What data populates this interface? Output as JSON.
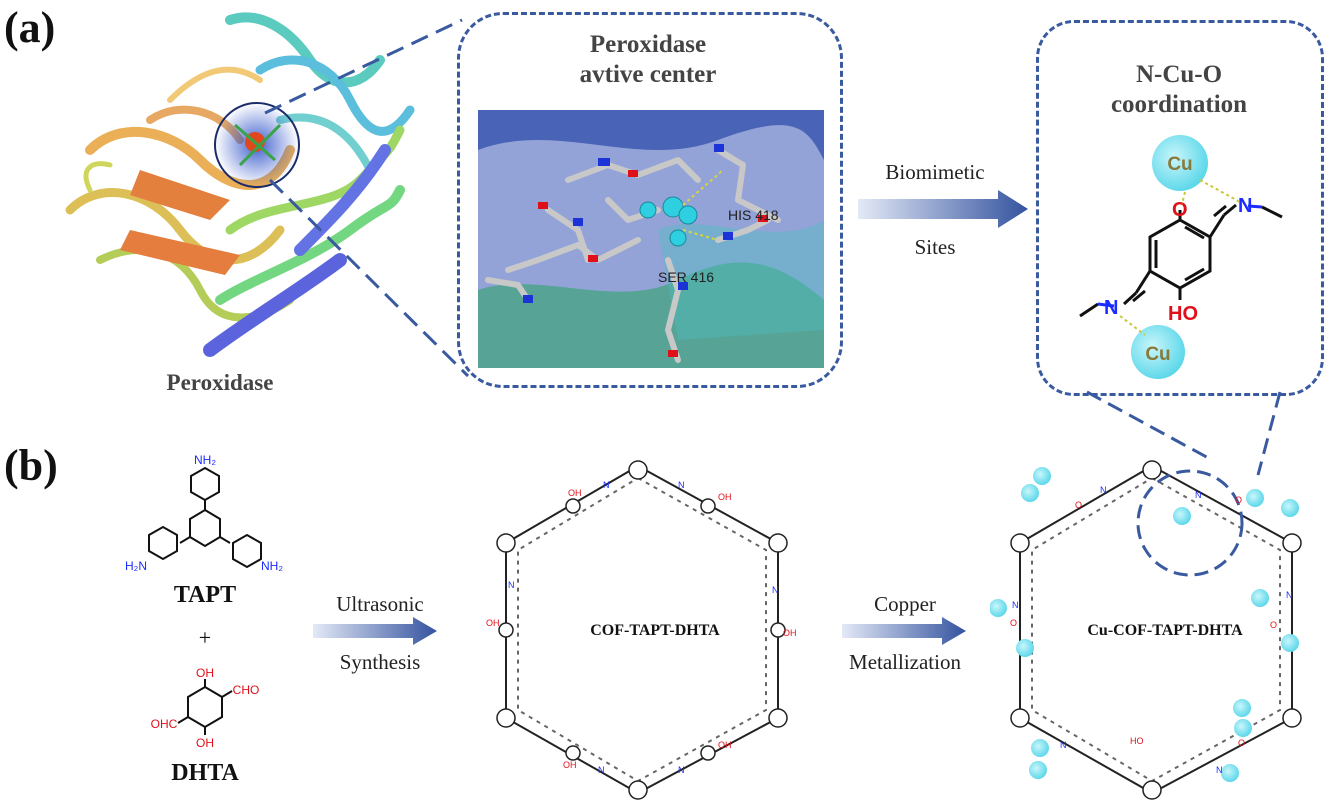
{
  "panel_a": {
    "label": "(a)",
    "protein_caption": "Peroxidase",
    "active_center_title_1": "Peroxidase",
    "active_center_title_2": "avtive center",
    "residue_1": "HIS 418",
    "residue_2": "SER 416",
    "arrow_top": "Biomimetic",
    "arrow_bottom": "Sites",
    "coordination_title_1": "N-Cu-O",
    "coordination_title_2": "coordination",
    "cu": "Cu",
    "o": "O",
    "n": "N",
    "ho": "HO"
  },
  "panel_b": {
    "label": "(b)",
    "tapt_label": "TAPT",
    "plus": "+",
    "dhta_label": "DHTA",
    "nh2": "NH₂",
    "h2n": "H₂N",
    "oh": "OH",
    "cho": "CHO",
    "ohc": "OHC",
    "arrow1_top": "Ultrasonic",
    "arrow1_bottom": "Synthesis",
    "cof_label": "COF-TAPT-DHTA",
    "arrow2_top": "Copper",
    "arrow2_bottom": "Metallization",
    "cu_cof_label": "Cu-COF-TAPT-DHTA"
  },
  "colors": {
    "dash": "#3a5aa0",
    "arrow_start": "#dbe3f3",
    "arrow_end": "#3a5aa8",
    "cu_fill": "#7fe3f0",
    "nitrogen": "#1a2cff",
    "oxygen": "#e0101a"
  }
}
